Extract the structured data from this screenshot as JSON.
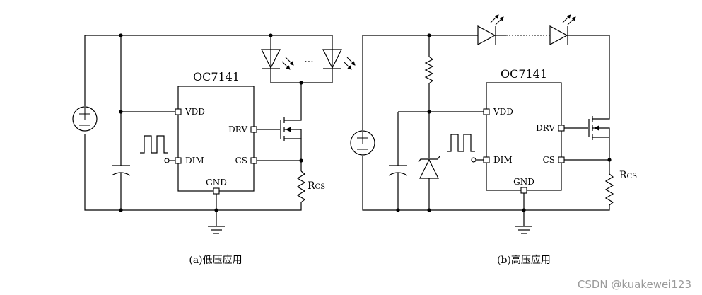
{
  "circuit_a": {
    "chip": "OC7141",
    "pins": {
      "vdd": "VDD",
      "drv": "DRV",
      "dim": "DIM",
      "cs": "CS",
      "gnd": "GND"
    },
    "ellipsis": "···",
    "rcs_main": "R",
    "rcs_sub": "CS",
    "caption": "(a)低压应用"
  },
  "circuit_b": {
    "chip": "OC7141",
    "pins": {
      "vdd": "VDD",
      "drv": "DRV",
      "dim": "DIM",
      "cs": "CS",
      "gnd": "GND"
    },
    "rcs_main": "R",
    "rcs_sub": "CS",
    "caption": "(b)高压应用"
  },
  "watermark": "CSDN @kuakewei123"
}
